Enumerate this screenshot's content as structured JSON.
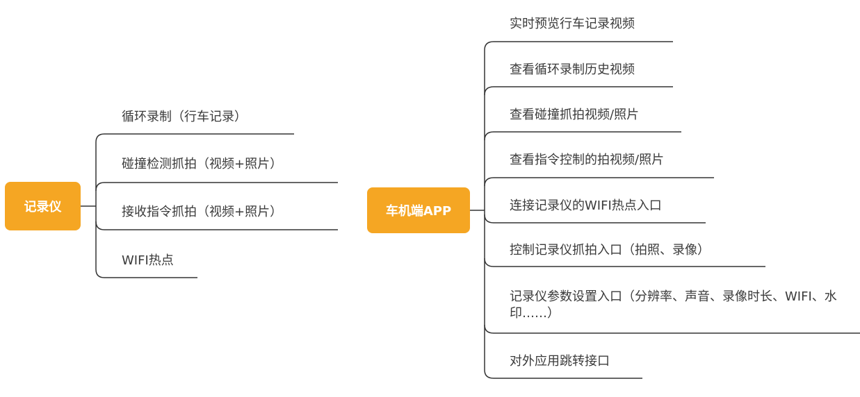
{
  "colors": {
    "root_fill": "#f5a623",
    "root_text": "#ffffff",
    "line": "#333333",
    "text": "#3a3a3a"
  },
  "left": {
    "root": "记录仪",
    "branches": [
      "循环录制（行车记录）",
      "碰撞检测抓拍（视频+照片）",
      "接收指令抓拍（视频+照片）",
      "WIFI热点"
    ]
  },
  "right": {
    "root": "车机端APP",
    "branches": [
      "实时预览行车记录视频",
      "查看循环录制历史视频",
      "查看碰撞抓拍视频/照片",
      "查看指令控制的拍视频/照片",
      "连接记录仪的WIFI热点入口",
      "控制记录仪抓拍入口（拍照、录像）",
      "记录仪参数设置入口（分辨率、声音、录像时长、WIFI、水印……）",
      "对外应用跳转接口"
    ]
  }
}
